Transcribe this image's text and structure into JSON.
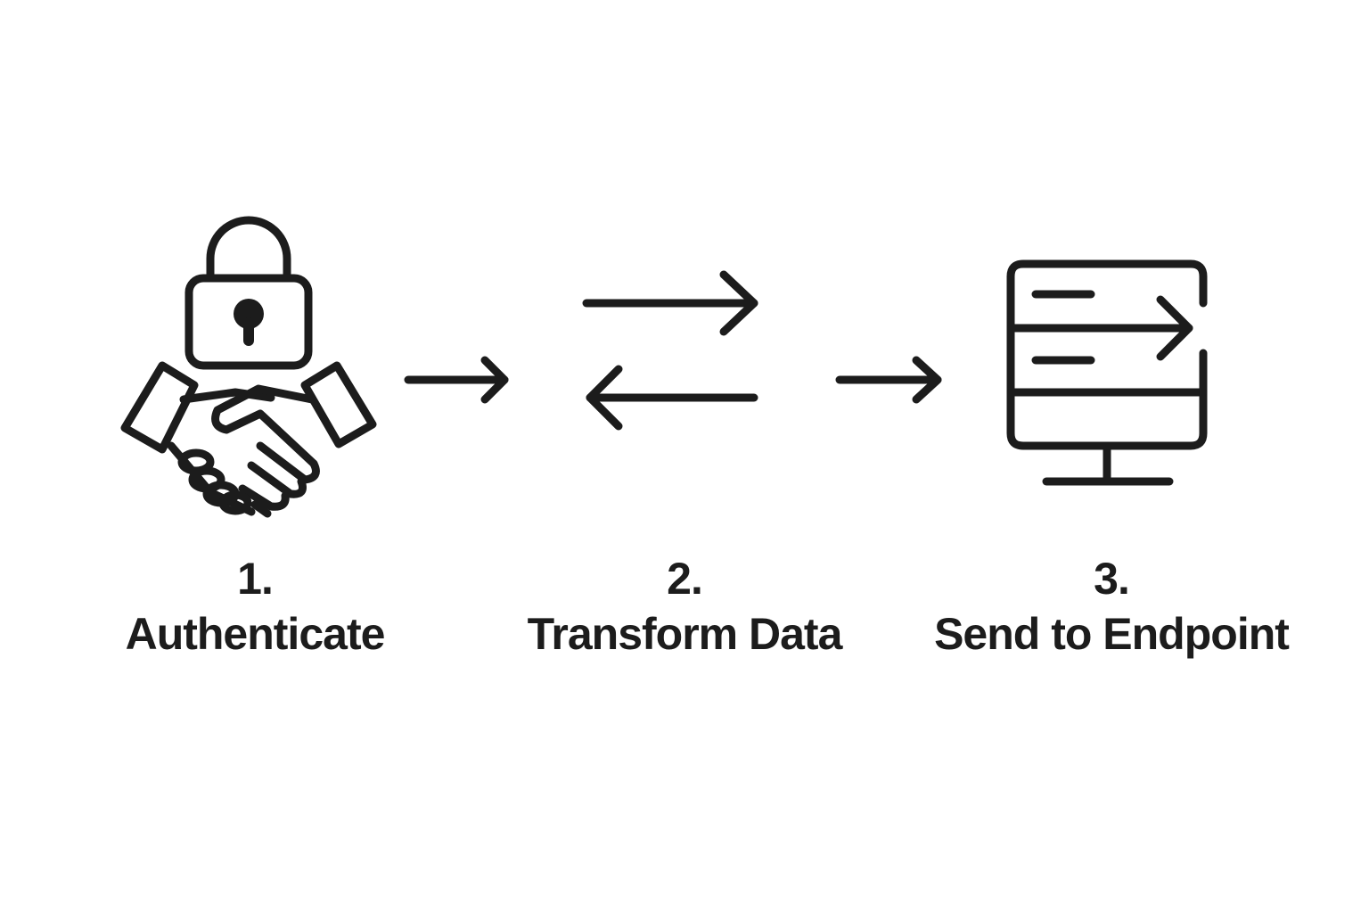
{
  "steps": [
    {
      "number": "1.",
      "label": "Authenticate",
      "icon": "lock-handshake-icon"
    },
    {
      "number": "2.",
      "label": "Transform Data",
      "icon": "bidirectional-arrows-icon"
    },
    {
      "number": "3.",
      "label": "Send to Endpoint",
      "icon": "server-send-icon"
    }
  ],
  "connectors": [
    {
      "from": "Authenticate",
      "to": "Transform Data",
      "icon": "arrow-right-icon"
    },
    {
      "from": "Transform Data",
      "to": "Send to Endpoint",
      "icon": "arrow-right-icon"
    }
  ],
  "colors": {
    "stroke": "#1c1c1c",
    "background": "#ffffff"
  }
}
